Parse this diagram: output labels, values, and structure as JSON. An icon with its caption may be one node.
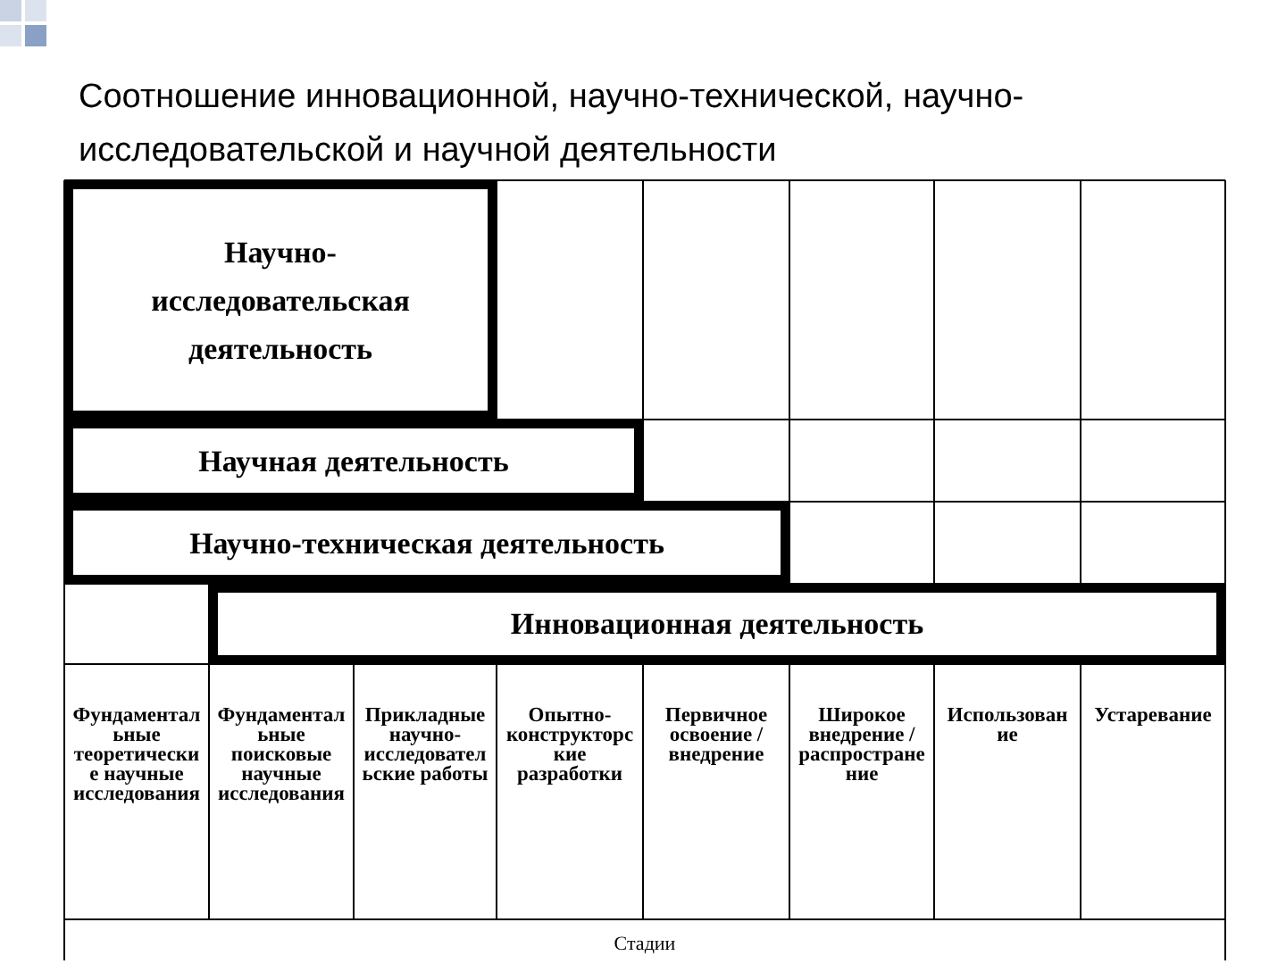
{
  "diagram": {
    "title": "Соотношение инновационной, научно-технической, научно-исследовательской и научной деятельности",
    "nodes": [
      {
        "text": [
          "Научно-исследовательская деятельность"
        ]
      },
      {
        "text": [
          "Научная деятельность"
        ]
      },
      {
        "text": [
          "Научно-техническая деятельность"
        ]
      },
      {
        "text": [
          "Инновационная деятельность"
        ]
      },
      {
        "text": [
          "Фундаментальные теоретические научные исследования"
        ]
      },
      {
        "text": [
          "Фундаментальные поисковые научные исследования"
        ]
      },
      {
        "text": [
          "Прикладные научно-исследовательские работы"
        ]
      },
      {
        "text": [
          "Опытно-конструкторские разработки"
        ]
      },
      {
        "text": [
          "Первичное освоение / внедрение"
        ]
      },
      {
        "text": [
          "Широкое внедрение / распространение"
        ]
      },
      {
        "text": [
          "Использование"
        ]
      },
      {
        "text": [
          "Устаревание"
        ]
      },
      {
        "text": [
          "Стадии"
        ]
      }
    ],
    "edges": []
  }
}
